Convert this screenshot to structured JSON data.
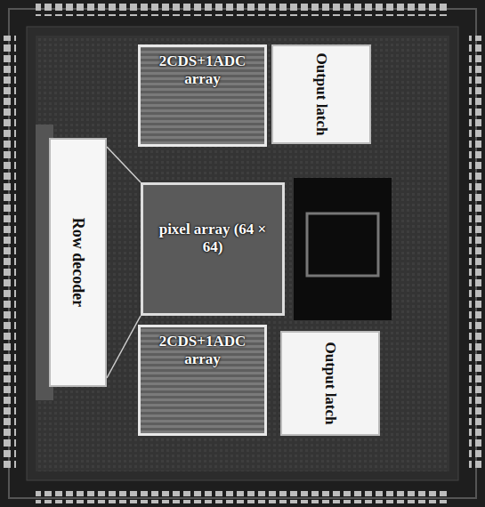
{
  "diagram": {
    "nodes": [
      {
        "text": [
          "2CDS+1ADC array"
        ]
      },
      {
        "text": [
          "Output latch"
        ]
      },
      {
        "text": [
          "Row decoder"
        ]
      },
      {
        "text": [
          "pixel array (64 × 64)"
        ]
      },
      {
        "text": [
          "2CDS+1ADC array"
        ]
      },
      {
        "text": [
          "Output latch"
        ]
      }
    ]
  }
}
